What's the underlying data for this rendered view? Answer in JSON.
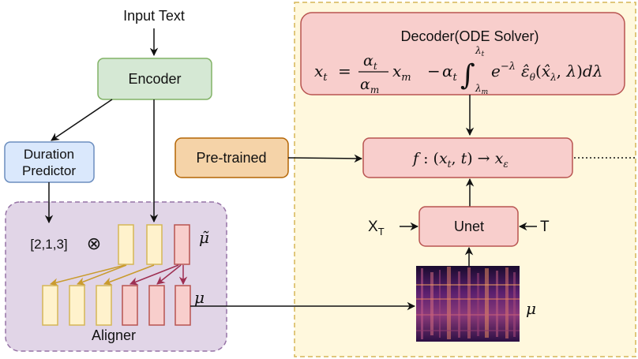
{
  "nodes": {
    "input_text": "Input Text",
    "encoder": "Encoder",
    "duration_predictor": [
      "Duration",
      "Predictor"
    ],
    "durations": "[2,1,3]",
    "otimes": "⊗",
    "mu_tilde": "μ̃",
    "mu": "μ",
    "aligner": "Aligner",
    "decoder_title": "Decoder(ODE Solver)",
    "pretrained": "Pre-trained",
    "unet": "Unet",
    "xT_base": "X",
    "xT_sub": "T",
    "t_input": "T",
    "spec_mu": "μ"
  },
  "colors": {
    "encoder_fill": "#d5e8d4",
    "encoder_stroke": "#82b366",
    "dp_fill": "#dae8fc",
    "dp_stroke": "#6c8ebf",
    "aligner_fill": "#e1d5e7",
    "aligner_stroke": "#9673a6",
    "right_panel_fill": "#fff8dd",
    "right_panel_stroke": "#d6b656",
    "decoder_fill": "#f8cecc",
    "decoder_stroke": "#b85450",
    "pretrained_fill": "#f5d3a8",
    "pretrained_stroke": "#b46504",
    "yellow_bar_fill": "#fff2cc",
    "yellow_bar_stroke": "#d6b656",
    "red_bar_fill": "#f8cecc",
    "red_bar_stroke": "#b85450",
    "yellow_arrow": "#c99b2e",
    "red_arrow": "#9e2f52"
  }
}
